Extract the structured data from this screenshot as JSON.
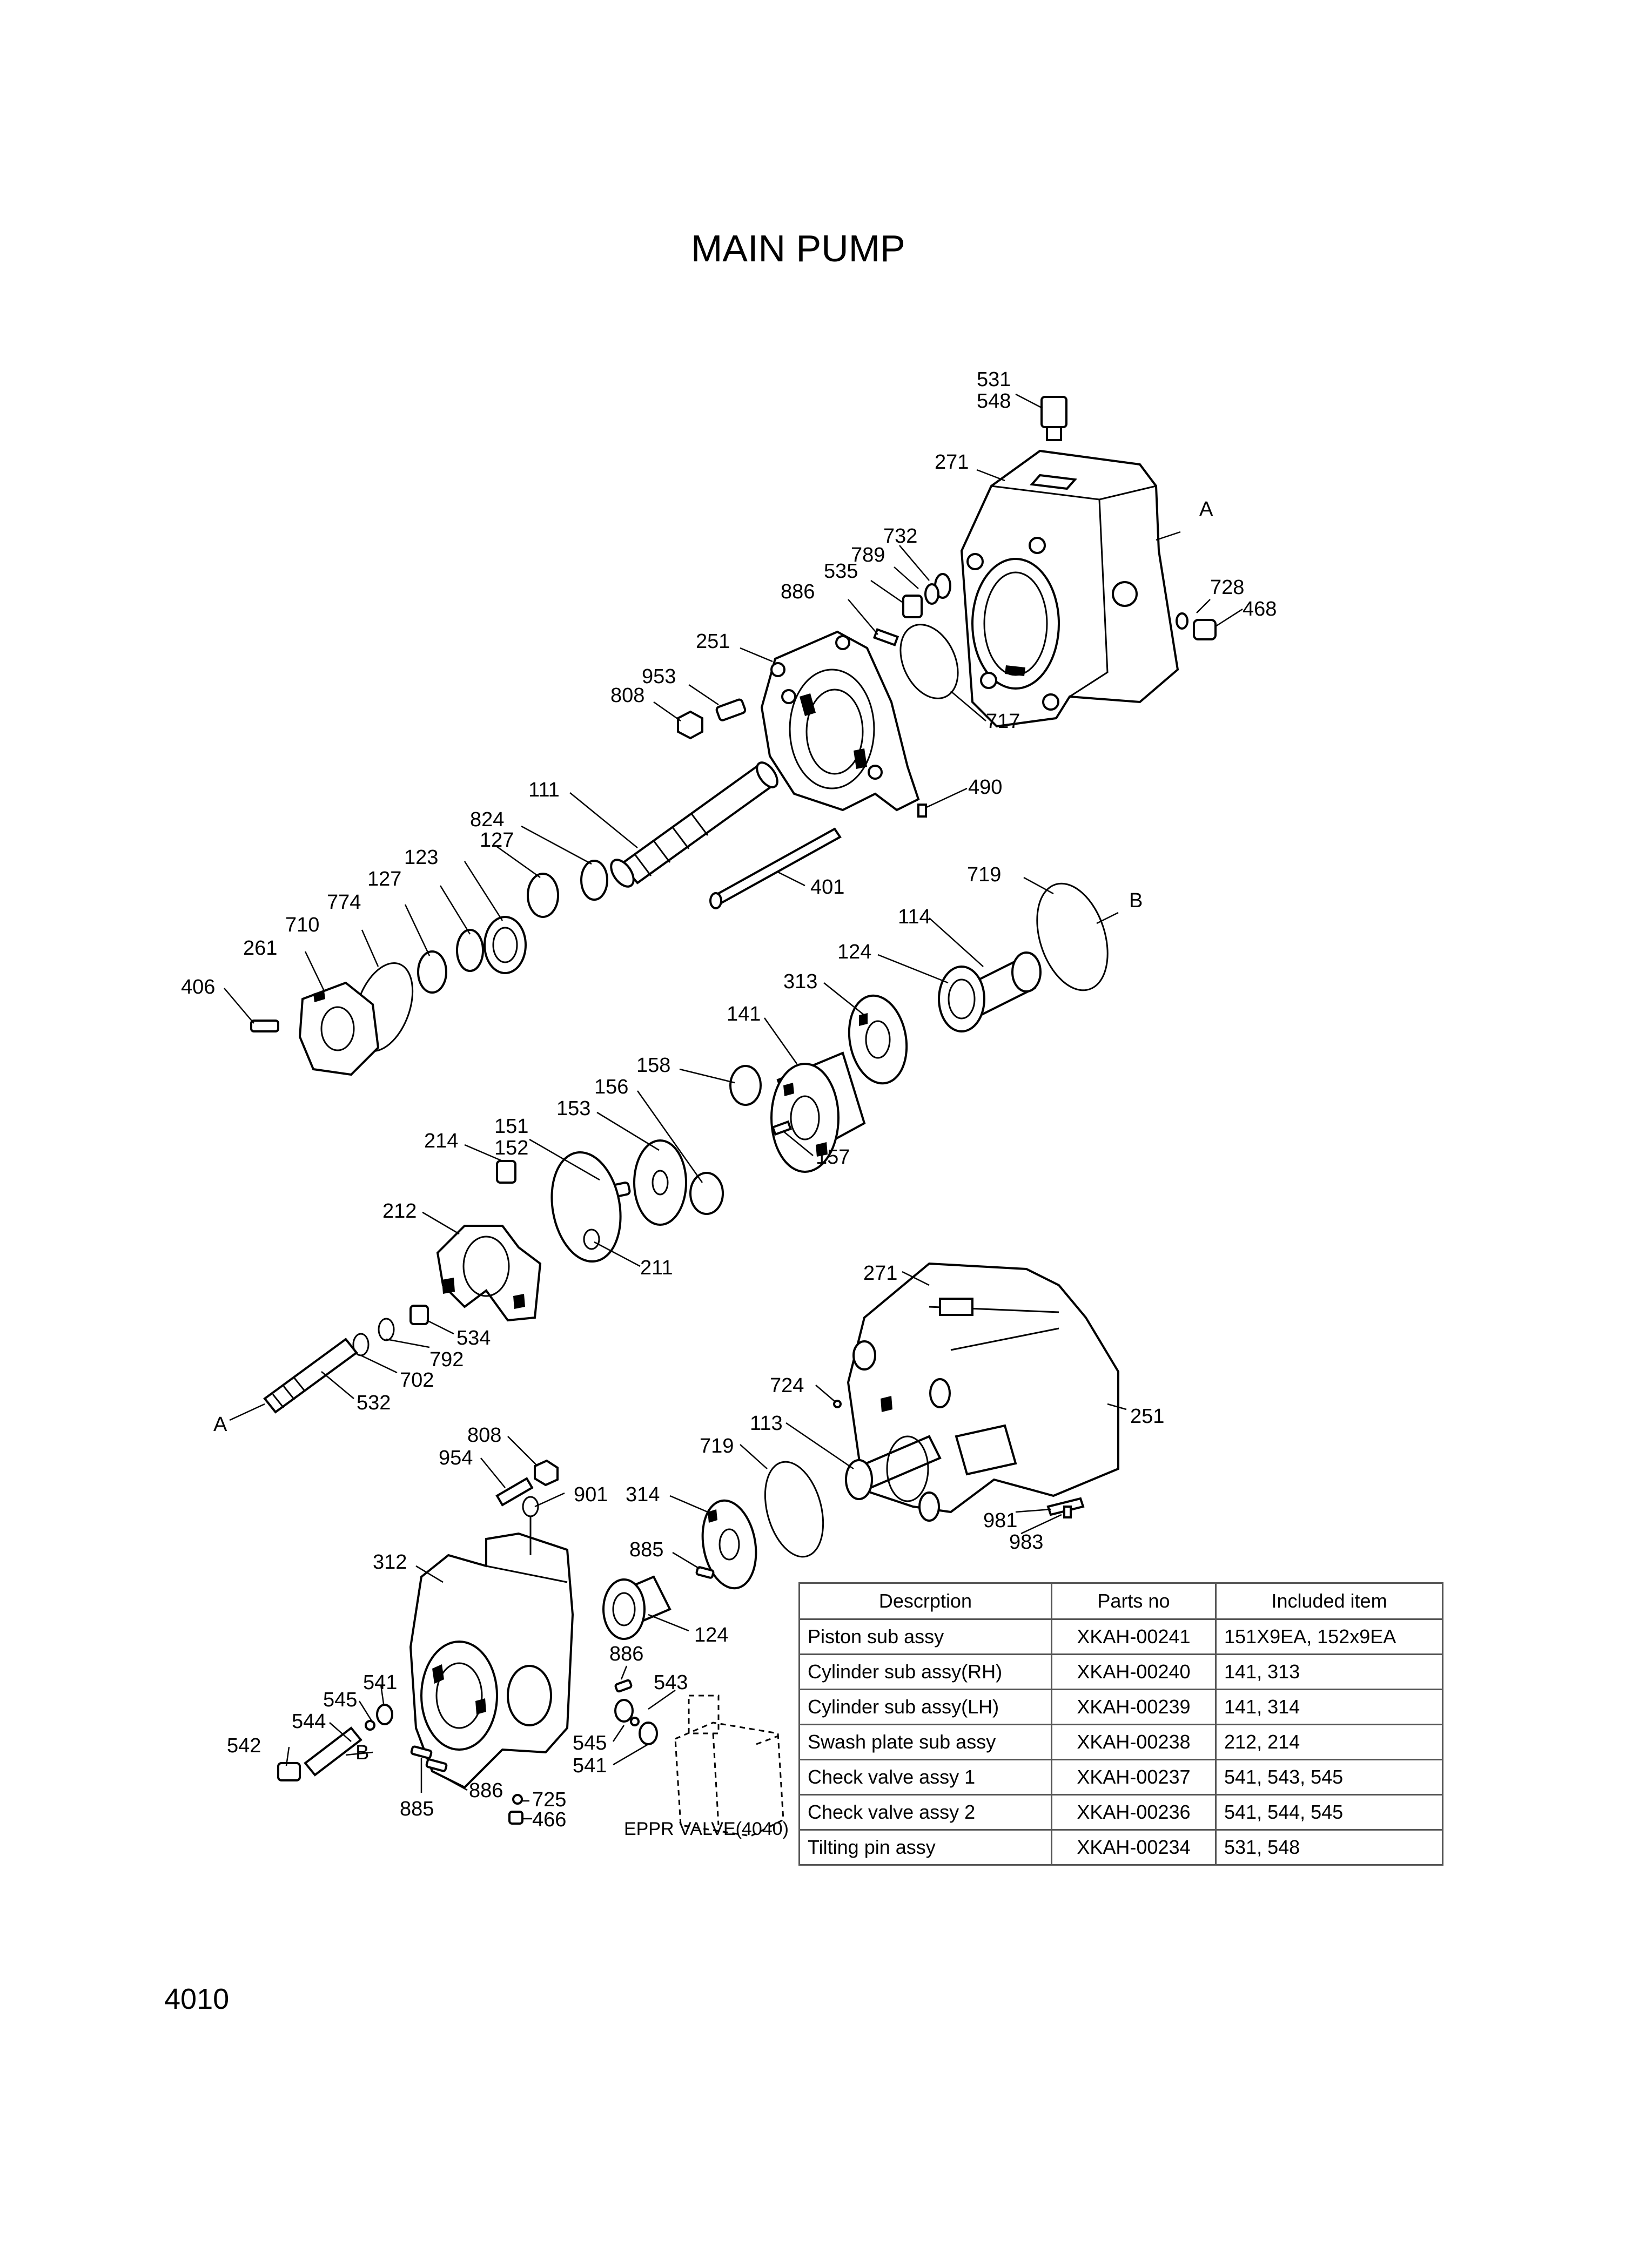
{
  "title": "MAIN PUMP",
  "page_number": "4010",
  "callouts": {
    "c531a": "531",
    "c548": "548",
    "c271a": "271",
    "A1": "A",
    "c732": "732",
    "c789": "789",
    "c535": "535",
    "c886a": "886",
    "c728": "728",
    "c468": "468",
    "c251a": "251",
    "c953": "953",
    "c808a": "808",
    "c717": "717",
    "c111": "111",
    "c490": "490",
    "c824": "824",
    "c127a": "127",
    "c123": "123",
    "c127b": "127",
    "c774": "774",
    "c710": "710",
    "c261": "261",
    "c406": "406",
    "c401": "401",
    "c719a": "719",
    "B1": "B",
    "c114": "114",
    "c124a": "124",
    "c313": "313",
    "c141": "141",
    "c158": "158",
    "c156": "156",
    "c153": "153",
    "c151": "151",
    "c152": "152",
    "c214": "214",
    "c157": "157",
    "c212": "212",
    "c211": "211",
    "c534": "534",
    "c792": "792",
    "c702": "702",
    "c532": "532",
    "A2": "A",
    "c271b": "271",
    "c724": "724",
    "c251b": "251",
    "c113": "113",
    "c719b": "719",
    "c808b": "808",
    "c954": "954",
    "c901": "901",
    "c314": "314",
    "c981": "981",
    "c983": "983",
    "c312": "312",
    "c885a": "885",
    "c124b": "124",
    "c886b": "886",
    "c541a": "541",
    "c543": "543",
    "c545a": "545",
    "c544": "544",
    "c542": "542",
    "B2": "B",
    "c545b": "545",
    "c541b": "541",
    "c885b": "885",
    "c886c": "886",
    "c725": "725",
    "c466": "466",
    "eppr": "EPPR VALVE(4040)"
  },
  "table": {
    "headers": [
      "Descrption",
      "Parts no",
      "Included item"
    ],
    "rows": [
      [
        "Piston sub assy",
        "XKAH-00241",
        "151X9EA, 152x9EA"
      ],
      [
        "Cylinder sub assy(RH)",
        "XKAH-00240",
        "141, 313"
      ],
      [
        "Cylinder sub assy(LH)",
        "XKAH-00239",
        "141, 314"
      ],
      [
        "Swash plate sub assy",
        "XKAH-00238",
        "212, 214"
      ],
      [
        "Check valve assy 1",
        "XKAH-00237",
        "541, 543, 545"
      ],
      [
        "Check valve assy 2",
        "XKAH-00236",
        "541, 544, 545"
      ],
      [
        "Tilting pin assy",
        "XKAH-00234",
        "531, 548"
      ]
    ]
  }
}
